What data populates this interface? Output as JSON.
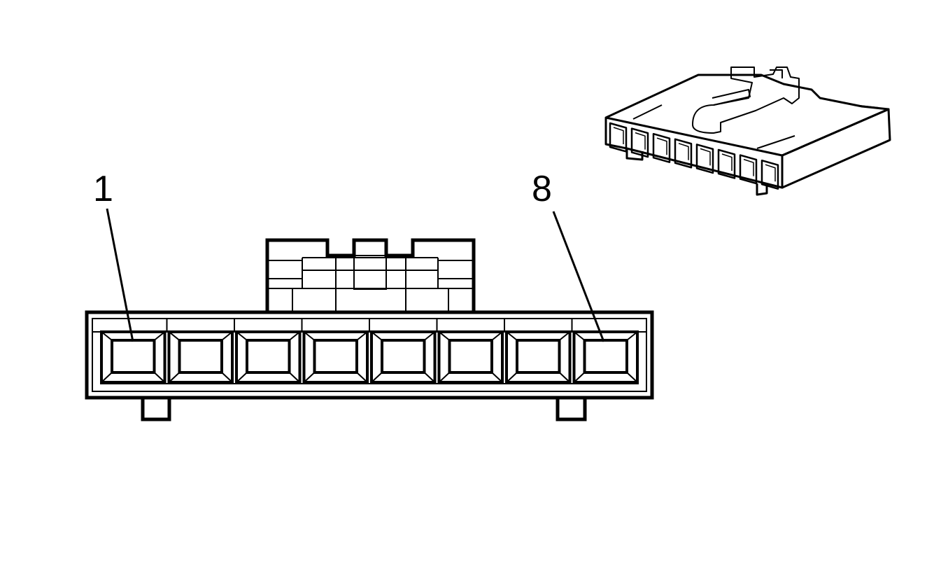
{
  "diagram": {
    "pin_labels": {
      "first": "1",
      "last": "8"
    },
    "cavity_count": 8,
    "colors": {
      "line": "#000000",
      "background": "#ffffff"
    }
  }
}
